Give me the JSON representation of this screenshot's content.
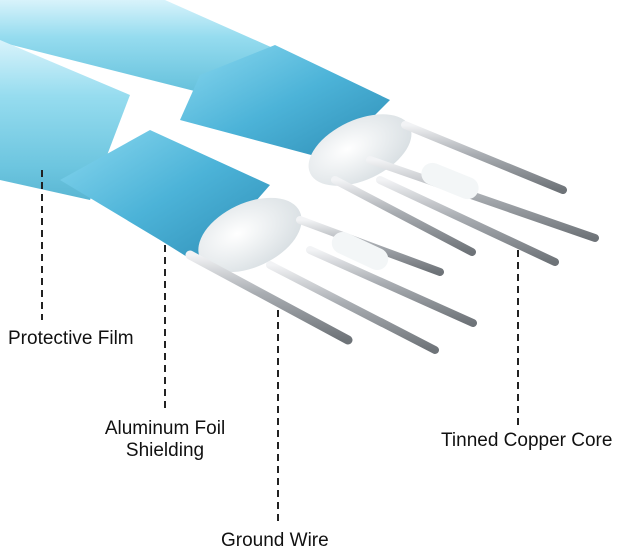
{
  "labels": {
    "protective_film": "Protective Film",
    "aluminum_foil_line1": "Aluminum Foil",
    "aluminum_foil_line2": "Shielding",
    "tinned_copper_core": "Tinned Copper Core",
    "ground_wire": "Ground Wire"
  },
  "colors": {
    "film": "#7fd0e6",
    "film_highlight": "#c9eef8",
    "foil": "#56b8d9",
    "foil_dark": "#2f8fb5",
    "conductor": "#b9bcc0",
    "insulation": "#eef2f4",
    "leader_line": "#222222"
  }
}
